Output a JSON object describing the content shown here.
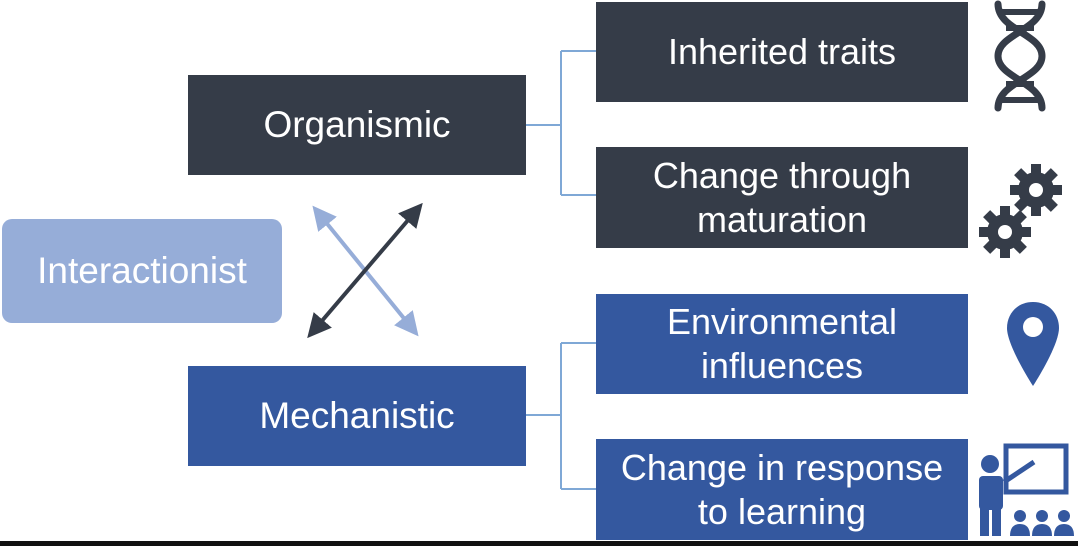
{
  "diagram": {
    "interactionist": {
      "label": "Interactionist"
    },
    "organismic": {
      "label": "Organismic",
      "children": [
        {
          "label": "Inherited traits",
          "icon": "dna-icon"
        },
        {
          "label": "Change through\nmaturation",
          "icon": "gears-icon"
        }
      ]
    },
    "mechanistic": {
      "label": "Mechanistic",
      "children": [
        {
          "label": "Environmental\ninfluences",
          "icon": "location-pin-icon"
        },
        {
          "label": "Change in response\nto learning",
          "icon": "teacher-classroom-icon"
        }
      ]
    },
    "colors": {
      "dark_box": "#353c48",
      "blue_box": "#34589f",
      "light_box": "#96add8",
      "connector": "#7fa8d6"
    }
  }
}
